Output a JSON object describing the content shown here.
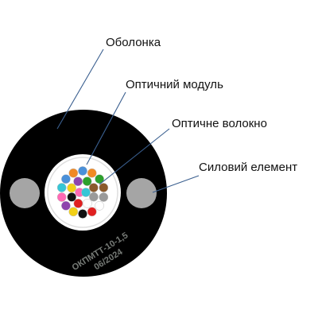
{
  "labels": {
    "sheath": "Оболонка",
    "optical_module": "Оптичний модуль",
    "optical_fiber": "Оптичне волокно",
    "strength_member": "Силовий елемент"
  },
  "colors": {
    "sheath": "#000000",
    "module_fill": "#ffffff",
    "module_ring": "#dedede",
    "strength_member": "#a5a5a5",
    "leader_line": "#3a5f8f",
    "fibers": [
      "#4a90d9",
      "#f08a24",
      "#2ca02c",
      "#8b5a2b",
      "#9a9a9a",
      "#ffffff",
      "#e02020",
      "#111111",
      "#f2d016",
      "#8e44ad",
      "#ff69b4",
      "#35c6d6",
      "#4a90d9",
      "#f08a24",
      "#2ca02c",
      "#8b5a2b",
      "#9a9a9a",
      "#ffffff",
      "#e02020",
      "#111111",
      "#f2d016",
      "#8e44ad",
      "#ff69b4",
      "#35c6d6"
    ]
  },
  "watermark": {
    "line1": "ОКПМТТ-10-1,5",
    "line2": "06/2024"
  }
}
